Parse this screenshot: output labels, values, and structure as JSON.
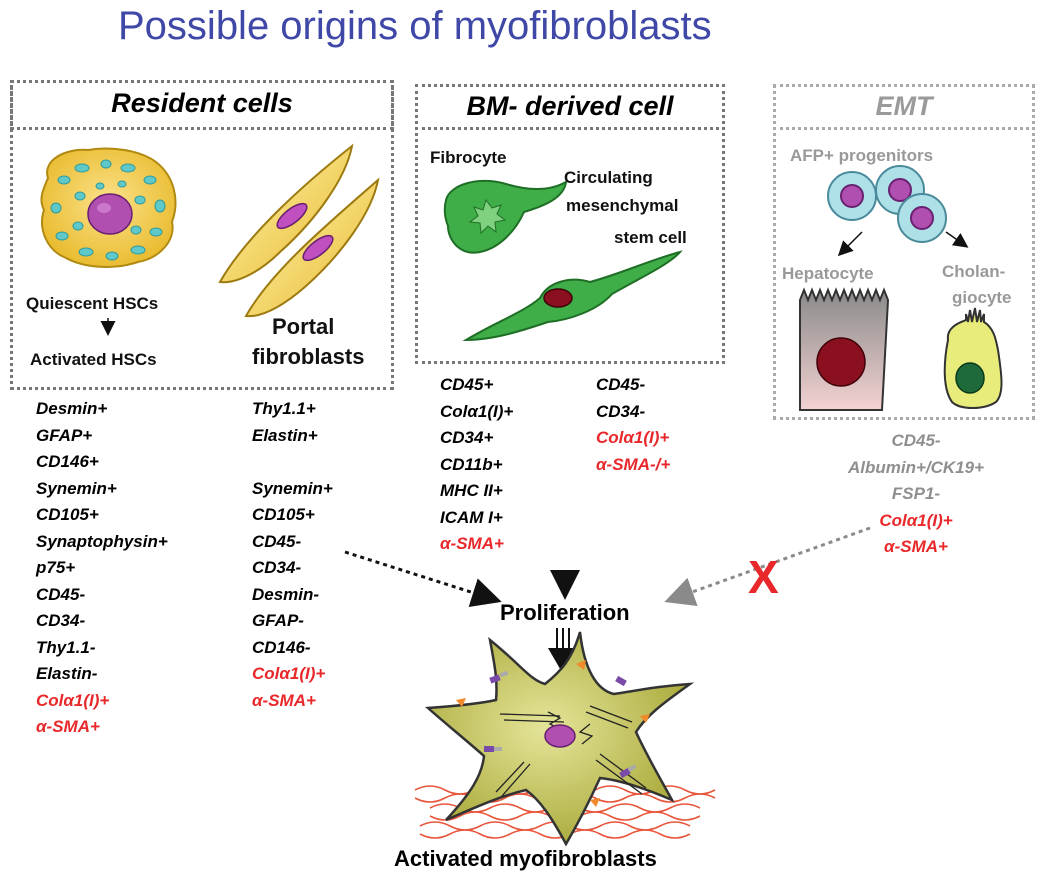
{
  "title": "Possible origins of myofibroblasts",
  "resident": {
    "header": "Resident cells",
    "quiescent": "Quiescent HSCs",
    "activated": "Activated HSCs",
    "portal_line1": "Portal",
    "portal_line2": "fibroblasts",
    "hsc_markers": [
      "Desmin+",
      "GFAP+",
      "CD146+",
      "Synemin+",
      "CD105+",
      "Synaptophysin+",
      "p75+",
      "CD45-",
      "CD34-",
      "Thy1.1-",
      "Elastin-",
      "Colα1(I)+",
      "α-SMA+"
    ],
    "portal_markers": [
      "Thy1.1+",
      "Elastin+",
      "",
      "Synemin+",
      "CD105+",
      "CD45-",
      "CD34-",
      "Desmin-",
      "GFAP-",
      "CD146-",
      "Colα1(I)+",
      "α-SMA+"
    ]
  },
  "bm": {
    "header": "BM- derived cell",
    "fibrocyte": "Fibrocyte",
    "msc_line1": "Circulating",
    "msc_line2": "mesenchymal",
    "msc_line3": "stem cell",
    "fibrocyte_markers": [
      "CD45+",
      "Colα1(I)+",
      "CD34+",
      "CD11b+",
      "MHC II+",
      "ICAM I+",
      "α-SMA+"
    ],
    "msc_markers": [
      "CD45-",
      "CD34-",
      "Colα1(I)+",
      "α-SMA-/+"
    ]
  },
  "emt": {
    "header": "EMT",
    "progenitors": "AFP+ progenitors",
    "hepatocyte": "Hepatocyte",
    "cholan_line1": "Cholan-",
    "cholan_line2": "giocyte",
    "markers": [
      "CD45-",
      "Albumin+/CK19+",
      "FSP1-",
      "Colα1(I)+",
      "α-SMA+"
    ],
    "blocked_mark": "X"
  },
  "proliferation": "Proliferation",
  "activated_myofibroblasts": "Activated myofibroblasts",
  "colors": {
    "title": "#3f48a6",
    "red_marker": "#e8282a",
    "grey_text": "#999999",
    "hsc_cell": "#f2c93a",
    "hsc_nuclei": "#5fc8c8",
    "nucleus": "#b04fb0",
    "green_cell": "#3fae48",
    "myofibroblast": "#c9c85a",
    "collagen": "#e8553a"
  }
}
